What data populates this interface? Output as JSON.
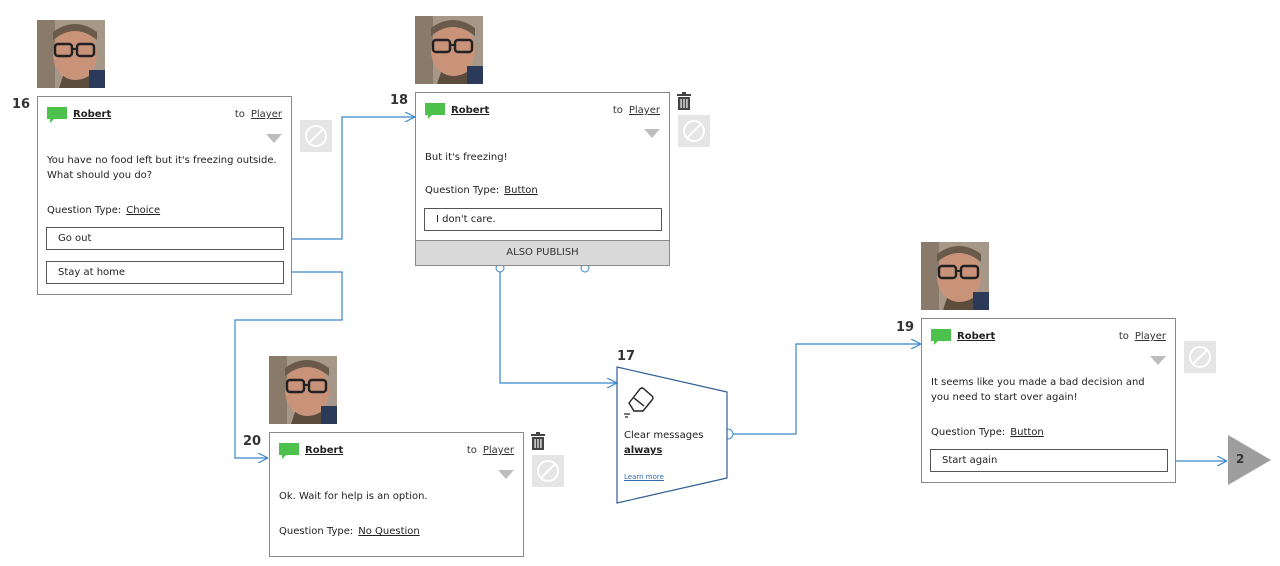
{
  "colors": {
    "connector": "#3a86c8",
    "chat_icon": "#4cc24c",
    "card_border": "#8a8a8a",
    "button_bg": "#e5e5e5",
    "publish_bg": "#d9d9d9",
    "goto_fill": "#9e9e9e"
  },
  "icons": [
    "chat-bubble-icon",
    "block-icon",
    "trash-icon",
    "eraser-icon",
    "chevron-down-icon",
    "goto-triangle-icon"
  ],
  "nodes": {
    "n16": {
      "number": "16",
      "speaker": "Robert",
      "to_label": "to",
      "to_target": "Player",
      "message": "You have no food left but it's freezing outside. What should you do?",
      "question_type_label": "Question Type:",
      "question_type": "Choice",
      "answers": [
        "Go out",
        "Stay at home"
      ]
    },
    "n18": {
      "number": "18",
      "speaker": "Robert",
      "to_label": "to",
      "to_target": "Player",
      "message": "But it's freezing!",
      "question_type_label": "Question Type:",
      "question_type": "Button",
      "answers": [
        "I don't care."
      ],
      "also_publish": "ALSO PUBLISH"
    },
    "n20": {
      "number": "20",
      "speaker": "Robert",
      "to_label": "to",
      "to_target": "Player",
      "message": "Ok. Wait for help is an option.",
      "question_type_label": "Question Type:",
      "question_type": "No Question"
    },
    "n17": {
      "number": "17",
      "clear_text": "Clear messages",
      "clear_mode": "always",
      "learn_more": "Learn more"
    },
    "n19": {
      "number": "19",
      "speaker": "Robert",
      "to_label": "to",
      "to_target": "Player",
      "message": "It seems like you made a bad decision and you need to start over again!",
      "question_type_label": "Question Type:",
      "question_type": "Button",
      "answers": [
        "Start again"
      ]
    },
    "goto": {
      "label": "2"
    }
  }
}
